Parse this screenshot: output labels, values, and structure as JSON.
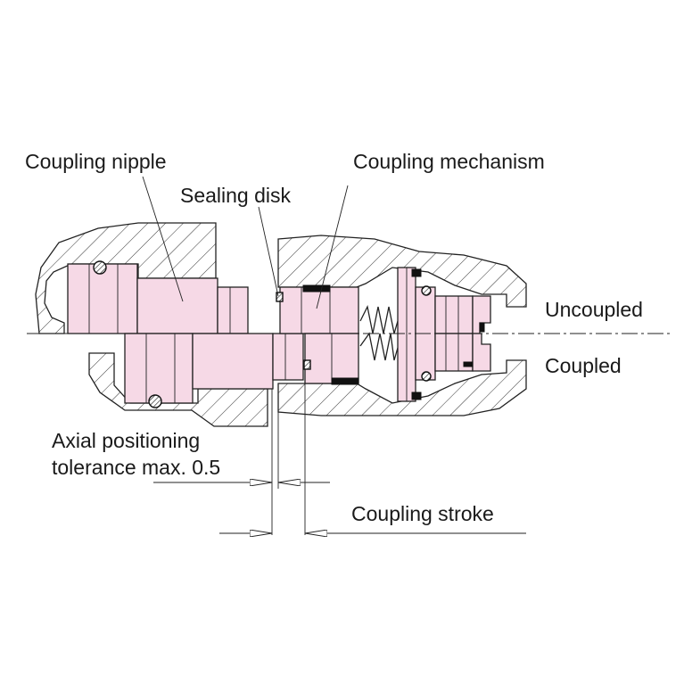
{
  "labels": {
    "coupling_nipple": "Coupling nipple",
    "coupling_mechanism": "Coupling mechanism",
    "sealing_disk": "Sealing disk",
    "uncoupled": "Uncoupled",
    "coupled": "Coupled",
    "axial_tolerance_line1": "Axial positioning",
    "axial_tolerance_line2": "tolerance max. 0.5",
    "coupling_stroke": "Coupling stroke"
  },
  "colors": {
    "part_fill": "#f6d9e6",
    "line": "#222222",
    "background": "#ffffff"
  }
}
